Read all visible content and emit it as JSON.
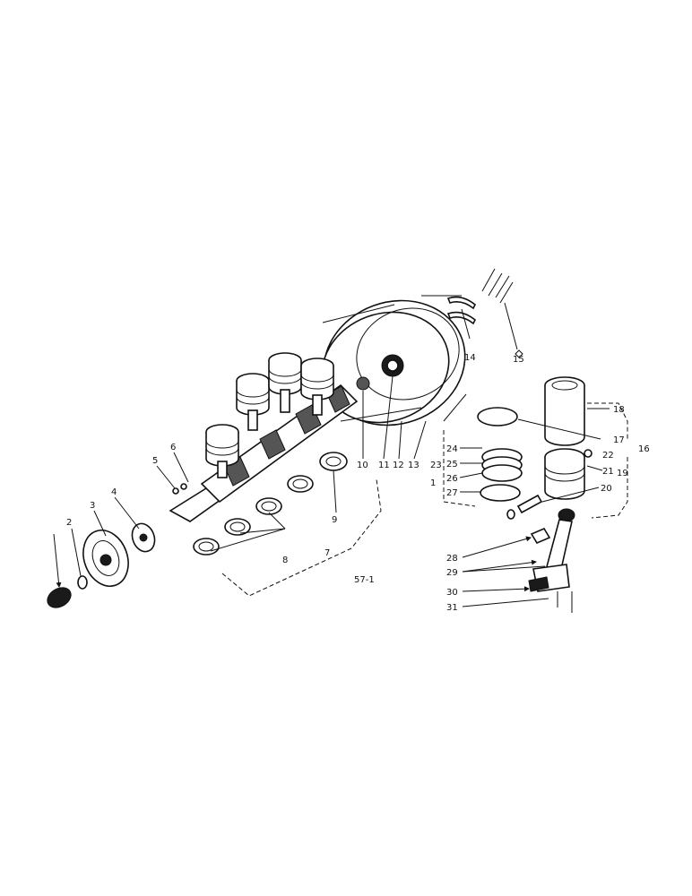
{
  "figure": {
    "ref": "57-1",
    "callouts": [
      "1",
      "2",
      "3",
      "4",
      "5",
      "6",
      "7",
      "8",
      "9",
      "10",
      "11",
      "12",
      "13",
      "14",
      "15",
      "16",
      "17",
      "18",
      "19",
      "20",
      "21",
      "22",
      "23",
      "24",
      "25",
      "26",
      "27",
      "28",
      "29",
      "30",
      "31"
    ]
  }
}
